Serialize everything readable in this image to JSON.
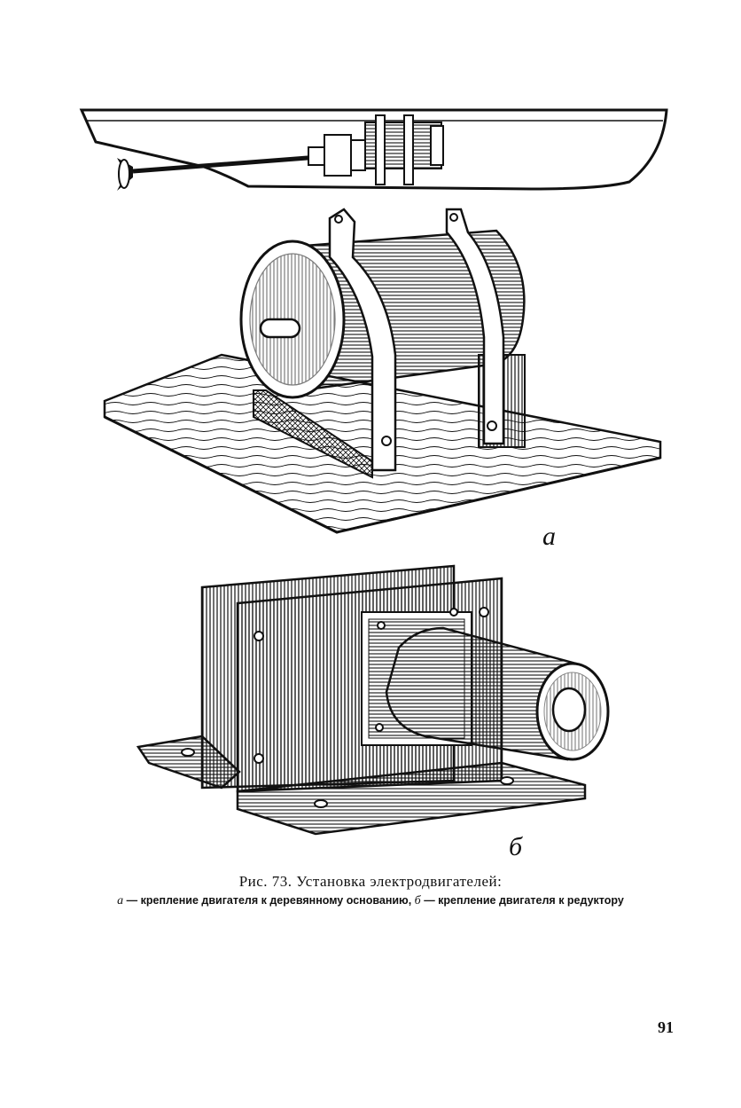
{
  "figure": {
    "label_a": "а",
    "label_b": "б"
  },
  "caption": {
    "title": "Рис. 73. Установка электродвигателей:",
    "a_marker": "а",
    "a_text": " — крепление двигателя к деревянному основанию, ",
    "b_marker": "б",
    "b_text": " — крепление двигателя к редуктору"
  },
  "page": {
    "number": "91"
  }
}
